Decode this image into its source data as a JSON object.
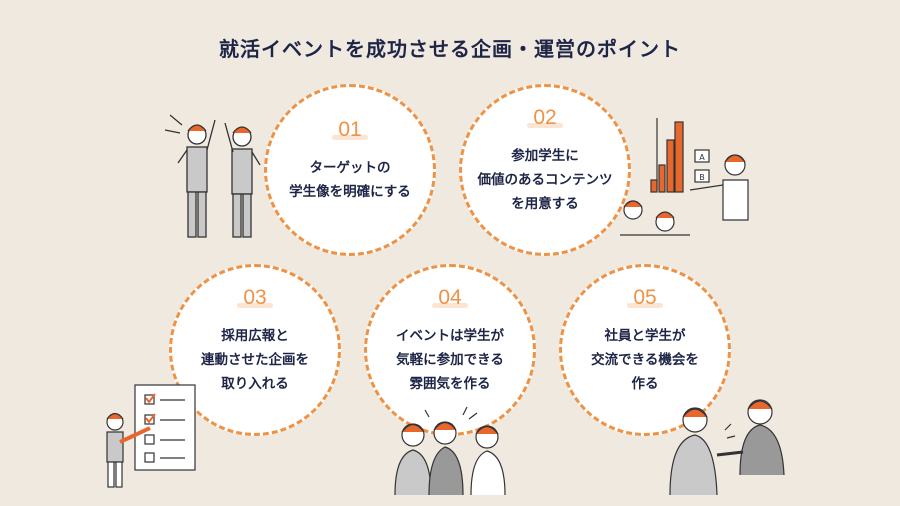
{
  "title": "就活イベントを成功させる企画・運営のポイント",
  "points": [
    {
      "num": "01",
      "text": "ターゲットの\n学生像を明確にする"
    },
    {
      "num": "02",
      "text": "参加学生に\n価値のあるコンテンツ\nを用意する"
    },
    {
      "num": "03",
      "text": "採用広報と\n連動させた企画を\n取り入れる"
    },
    {
      "num": "04",
      "text": "イベントは学生が\n気軽に参加できる\n雰囲気を作る"
    },
    {
      "num": "05",
      "text": "社員と学生が\n交流できる機会を\n作る"
    }
  ],
  "chart_labels": [
    "A",
    "B"
  ],
  "colors": {
    "accent": "#ee9346",
    "text": "#1e2547",
    "background": "#efe9e0"
  }
}
